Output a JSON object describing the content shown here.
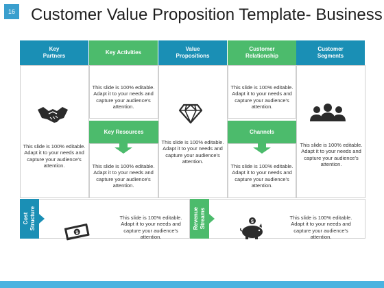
{
  "slide": {
    "number": "16",
    "title": "Customer Value Proposition Template- Business.."
  },
  "columns": [
    {
      "label": "Key\nPartners",
      "color": "#1a8fb5"
    },
    {
      "label": "Key Activities",
      "color": "#4cbb6c"
    },
    {
      "label": "Value\nPropositions",
      "color": "#1a8fb5"
    },
    {
      "label": "Customer\nRelationship",
      "color": "#4cbb6c"
    },
    {
      "label": "Customer\nSegments",
      "color": "#1a8fb5"
    }
  ],
  "sub_headers": {
    "key_resources": "Key Resources",
    "channels": "Channels"
  },
  "body_text": "This slide is 100% editable. Adapt it to your needs and capture your audience's attention.",
  "bottom": {
    "cost_structure": "Cost\nStructure",
    "revenue_streams": "Revenue\nStreams"
  },
  "icons": [
    "handshake-icon",
    "diamond-icon",
    "people-icon",
    "money-icon",
    "piggy-bank-icon"
  ]
}
